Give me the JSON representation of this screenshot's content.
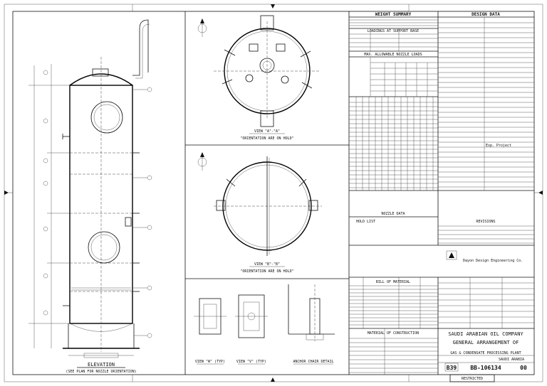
{
  "elevation": {
    "title": "ELEVATION",
    "subtitle": "(SEE PLAN FOR NOZZLE ORIENTATION)"
  },
  "views": {
    "view_a": {
      "title": "VIEW \"A\"-\"A\"",
      "note": "\"ORIENTATION ARE ON HOLD\""
    },
    "view_b": {
      "title": "VIEW \"B\"-\"B\"",
      "note": "\"ORIENTATION ARE ON HOLD\""
    },
    "view_w": {
      "title": "VIEW \"W\" (TYP)"
    },
    "view_v": {
      "title": "VIEW \"V\" (TYP)"
    },
    "anchor": {
      "title": "ANCHOR CHAIR DETAIL"
    }
  },
  "right_panel": {
    "weight_summary": "WEIGHT SUMMARY",
    "design_data": "DESIGN DATA",
    "loadings": "LOADINGS AT SUPPORT BASE",
    "nozzle_loads": "MAX. ALLOWABLE NOZZLE LOADS",
    "nozzle_data": "NOZZLE DATA",
    "hold_list": "HOLD LIST",
    "revisions": "REVISIONS",
    "bom": "BILL OF MATERIAL",
    "materials": "MATERIAL OF CONSTRUCTION"
  },
  "company": {
    "name": "Dayon Design Engineering Co.",
    "project": "Exp. Project"
  },
  "title_block": {
    "owner": "SAUDI ARABIAN OIL COMPANY",
    "title1": "GENERAL ARRANGEMENT OF",
    "title2": "GAS & CONDENSATE PROCESSING PLANT",
    "location": "SAUDI ARABIA",
    "dwg_no": "BB-106134",
    "rev": "00",
    "plant": "B39"
  },
  "bottom": {
    "restricted": "RESTRICTED"
  }
}
